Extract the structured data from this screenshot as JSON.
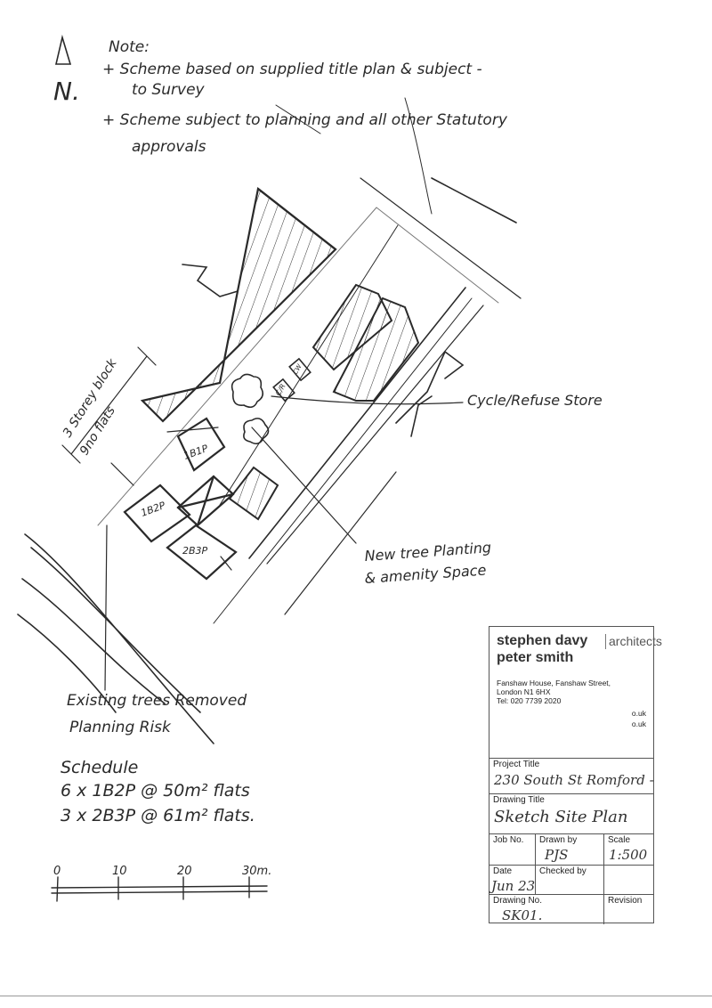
{
  "north_arrow": {
    "label": "N."
  },
  "notes": {
    "heading": "Note:",
    "lines": [
      "+ Scheme based on supplied title plan & subject -",
      "to Survey",
      "+ Scheme subject to planning and all other Statutory",
      "approvals"
    ]
  },
  "site_plan": {
    "block_label_1": "3 Storey block",
    "block_label_2": "9no flats",
    "units": [
      "1B1P",
      "1B2P",
      "2B3P"
    ],
    "store_labels": [
      "C/R",
      "CW"
    ],
    "callout_cycle": "Cycle/Refuse Store",
    "callout_trees_1": "New tree Planting",
    "callout_trees_2": "& amenity Space",
    "callout_existing_1": "Existing trees Removed",
    "callout_existing_2": "Planning Risk"
  },
  "schedule": {
    "heading": "Schedule",
    "lines": [
      "6 x 1B2P @ 50m² flats",
      "3 x 2B3P @ 61m² flats."
    ]
  },
  "scale_bar": {
    "ticks": [
      "0",
      "10",
      "20",
      "30m."
    ]
  },
  "title_block": {
    "firm_line1": "stephen davy",
    "firm_line2": "peter smith",
    "firm_suffix": "architects",
    "address_1": "Fanshaw House, Fanshaw Street,",
    "address_2": "London N1 6HX",
    "tel": "Tel: 020 7739 2020",
    "web_1": "o.uk",
    "web_2": "o.uk",
    "project_title_label": "Project Title",
    "project_title": "230 South St Romford -",
    "drawing_title_label": "Drawing Title",
    "drawing_title": "Sketch Site Plan",
    "job_no_label": "Job No.",
    "job_no": "",
    "drawn_by_label": "Drawn by",
    "drawn_by": "PJS",
    "scale_label": "Scale",
    "scale": "1:500",
    "date_label": "Date",
    "date": "Jun 23",
    "checked_by_label": "Checked by",
    "drawing_no_label": "Drawing No.",
    "drawing_no": "SK01.",
    "revision_label": "Revision"
  }
}
